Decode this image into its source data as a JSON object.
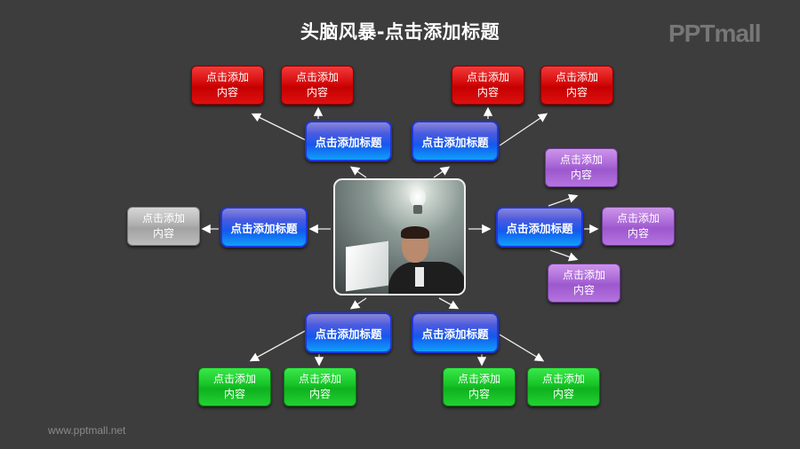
{
  "title": "头脑风暴-点击添加标题",
  "logo": "PPTmall",
  "footer": "www.pptmall.net",
  "center_image": {
    "description": "man-at-computer-with-lightbulb"
  },
  "hub_label": "点击添加标题",
  "leaf_line1": "点击添加",
  "leaf_line2": "内容",
  "colors": {
    "background": "#3d3d3d",
    "hub": "#1458ee",
    "red": "#d40a0a",
    "green": "#17c327",
    "purple": "#a865d6",
    "gray": "#b0b0b0"
  },
  "hubs": [
    {
      "id": "top-left",
      "label": "点击添加标题"
    },
    {
      "id": "top-right",
      "label": "点击添加标题"
    },
    {
      "id": "left",
      "label": "点击添加标题"
    },
    {
      "id": "right",
      "label": "点击添加标题"
    },
    {
      "id": "bottom-left",
      "label": "点击添加标题"
    },
    {
      "id": "bottom-right",
      "label": "点击添加标题"
    }
  ],
  "leaves": [
    {
      "color": "red",
      "line1": "点击添加",
      "line2": "内容"
    },
    {
      "color": "red",
      "line1": "点击添加",
      "line2": "内容"
    },
    {
      "color": "red",
      "line1": "点击添加",
      "line2": "内容"
    },
    {
      "color": "red",
      "line1": "点击添加",
      "line2": "内容"
    },
    {
      "color": "gray",
      "line1": "点击添加",
      "line2": "内容"
    },
    {
      "color": "purple",
      "line1": "点击添加",
      "line2": "内容"
    },
    {
      "color": "purple",
      "line1": "点击添加",
      "line2": "内容"
    },
    {
      "color": "purple",
      "line1": "点击添加",
      "line2": "内容"
    },
    {
      "color": "green",
      "line1": "点击添加",
      "line2": "内容"
    },
    {
      "color": "green",
      "line1": "点击添加",
      "line2": "内容"
    },
    {
      "color": "green",
      "line1": "点击添加",
      "line2": "内容"
    },
    {
      "color": "green",
      "line1": "点击添加",
      "line2": "内容"
    }
  ]
}
